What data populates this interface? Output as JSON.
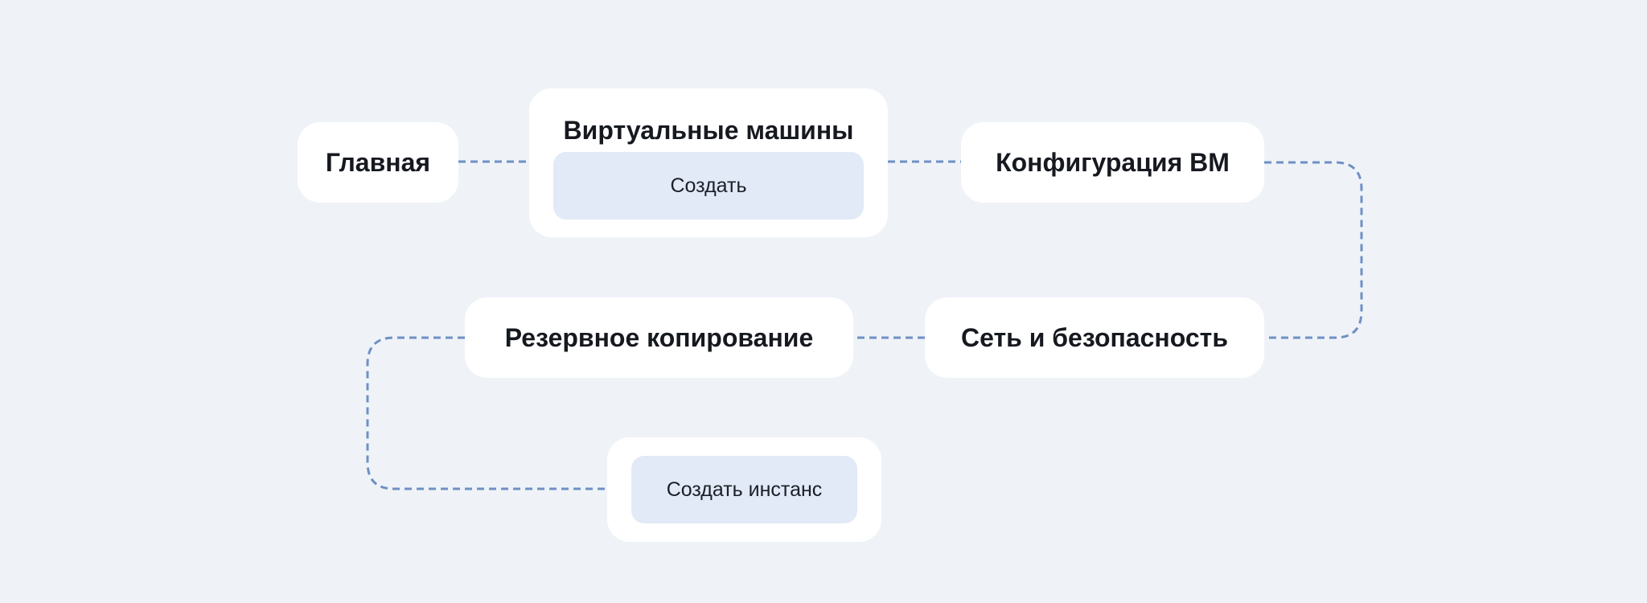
{
  "flow": {
    "home": "Главная",
    "vms": {
      "title": "Виртуальные машины",
      "action": "Создать"
    },
    "config": "Конфигурация ВМ",
    "network": "Сеть и безопасность",
    "backup": "Резервное копирование",
    "create_instance": "Создать инстанс"
  },
  "colors": {
    "background": "#eff3f8",
    "card": "#ffffff",
    "action_fill": "#e2e9f7",
    "connector": "#6f90c4"
  }
}
